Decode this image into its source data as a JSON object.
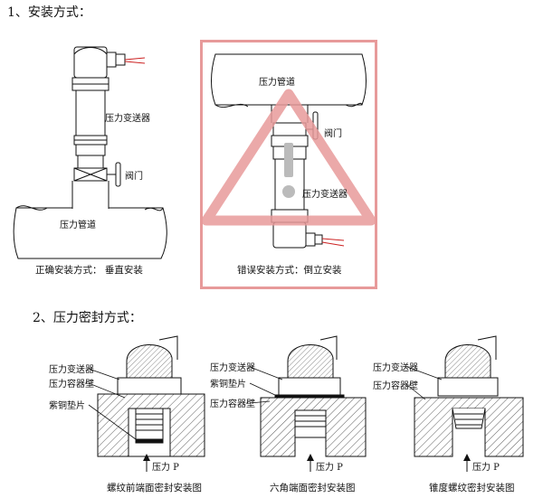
{
  "section1": {
    "heading": "1、安装方式："
  },
  "diagram_correct": {
    "label_transmitter": "压力变送器",
    "label_valve": "阀门",
    "label_pipe": "压力管道",
    "caption": "正确安装方式：  垂直安装"
  },
  "diagram_wrong": {
    "label_pipe": "压力管道",
    "label_valve": "阀门",
    "label_transmitter": "压力变送器",
    "caption": "错误安装方式：倒立安装"
  },
  "section2": {
    "heading": "2、压力密封方式："
  },
  "seal1": {
    "label_transmitter": "压力变送器",
    "label_wall": "压力容器壁",
    "label_gasket": "紫铜垫片",
    "label_pressure": "压力 P",
    "caption": "螺纹前端面密封安装图"
  },
  "seal2": {
    "label_transmitter": "压力变送器",
    "label_gasket": "紫铜垫片",
    "label_wall": "压力容器壁",
    "label_pressure": "压力 P",
    "caption": "六角端面密封安装图"
  },
  "seal3": {
    "label_transmitter": "压力变送器",
    "label_wall": "压力容器壁",
    "label_pressure": "压力 P",
    "caption": "锥度螺纹密封安装图"
  },
  "colors": {
    "warning": "#e79a9a",
    "line": "#111111"
  }
}
